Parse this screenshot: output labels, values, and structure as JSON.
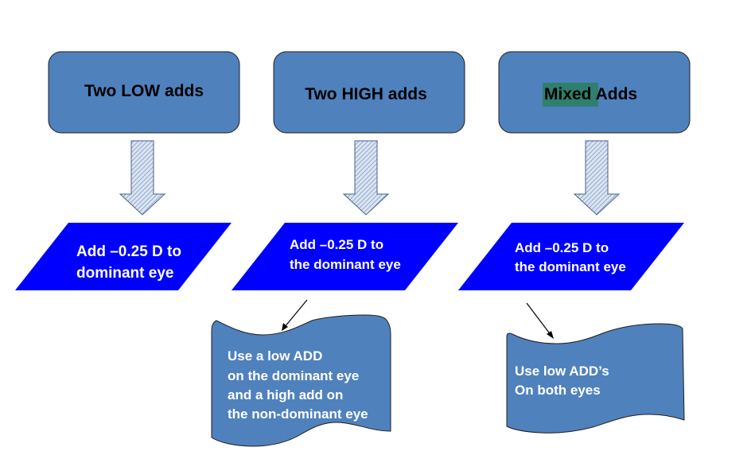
{
  "colors": {
    "box_fill": "#4f81bd",
    "box_stroke": "#1f1f1f",
    "para_fill": "#0000ff",
    "arrow_fill": "#dbe5f1",
    "arrow_hatch": "#7f99c5",
    "highlight": "#2e7f6e"
  },
  "columns": [
    {
      "header_pre": "",
      "header_highlight": "",
      "header_post": "Two LOW adds",
      "action_line1": "Add –0.25 D to",
      "action_line2": "dominant eye"
    },
    {
      "header_pre": "",
      "header_highlight": "",
      "header_post": "Two HIGH adds",
      "action_line1": "Add –0.25 D to",
      "action_line2": "the dominant eye"
    },
    {
      "header_pre": "",
      "header_highlight": "Mixed",
      "header_post": " Adds",
      "action_line1": "Add –0.25 D to",
      "action_line2": "the dominant eye"
    }
  ],
  "notes": {
    "left": {
      "line1": "Use a low ADD",
      "line2": "on the dominant eye",
      "line3": "and a high add on",
      "line4": "the non-dominant eye"
    },
    "right": {
      "line1": "Use low ADD’s",
      "line2": "On both eyes"
    }
  }
}
